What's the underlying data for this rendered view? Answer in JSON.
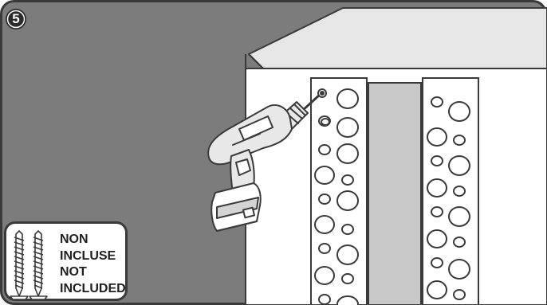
{
  "step": {
    "number": "5",
    "icon": "circled-number"
  },
  "note": {
    "line_fr_1": "NON",
    "line_fr_2": "INCLUSE",
    "line_en_1": "NOT",
    "line_en_2": "INCLUDED",
    "icon": "screws-icon"
  },
  "colors": {
    "wall": "#7c7c7c",
    "outline": "#3a3a3a",
    "panel": "#ffffff",
    "gap_strip": "#c8c8c8",
    "cabinet_top": "#e6e6e6"
  }
}
